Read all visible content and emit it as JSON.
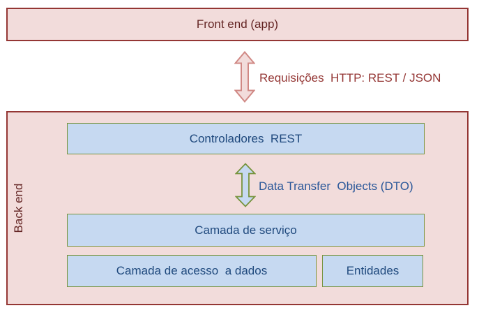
{
  "colors": {
    "pink_fill": "#f2dcdb",
    "red_border": "#943634",
    "dark_red_text": "#632423",
    "arrow_red_text": "#943634",
    "rose_arrow_border": "#d08884",
    "blue_fill": "#c6d9f1",
    "green_border": "#77933c",
    "blue_text": "#1f497d",
    "dto_text": "#2a5799"
  },
  "front_end": {
    "label": "Front end (app)"
  },
  "arrow_http": {
    "label": "Requisições  HTTP: REST / JSON"
  },
  "back_end": {
    "label": "Back end",
    "controllers_label": "Controladores  REST",
    "dto_label": "Data Transfer  Objects (DTO)",
    "service_label": "Camada de serviço",
    "dao_label": "Camada de acesso  a dados",
    "entities_label": "Entidades"
  }
}
